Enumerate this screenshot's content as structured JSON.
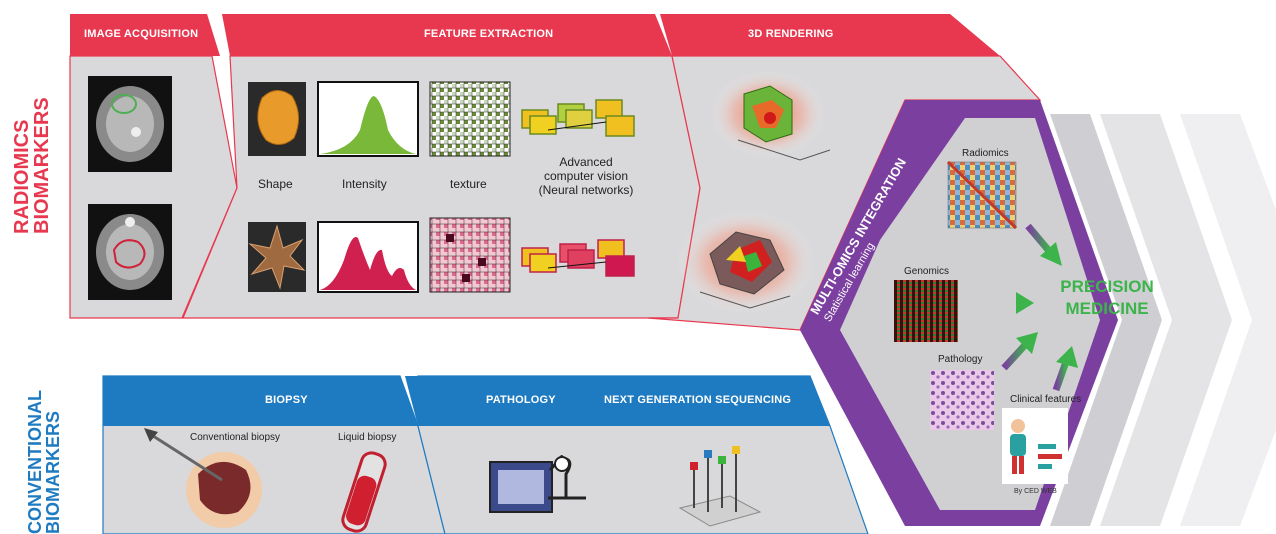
{
  "side_labels": {
    "radiomics_line1": "RADIOMICS",
    "radiomics_line2": "BIOMARKERS",
    "conventional_line1": "CONVENTIONAL",
    "conventional_line2": "BIOMARKERS"
  },
  "sections": {
    "image_acquisition": "IMAGE ACQUISITION",
    "feature_extraction": "FEATURE EXTRACTION",
    "rendering_3d": "3D RENDERING",
    "biopsy": "BIOPSY",
    "pathology": "PATHOLOGY",
    "ngs": "NEXT GENERATION SEQUENCING"
  },
  "features": {
    "shape": "Shape",
    "intensity": "Intensity",
    "texture": "texture",
    "cv_line1": "Advanced",
    "cv_line2": "computer vision",
    "cv_line3": "(Neural networks)"
  },
  "biopsy": {
    "conventional": "Conventional biopsy",
    "liquid": "Liquid biopsy"
  },
  "integration": {
    "title": "MULTI-OMICS INTEGRATION",
    "subtitle": "Statistical learning",
    "radiomics": "Radiomics",
    "genomics": "Genomics",
    "pathology": "Pathology",
    "clinical": "Clinical features",
    "result_line1": "PRECISION",
    "result_line2": "MEDICINE",
    "credit": "By CED WEB"
  },
  "colors": {
    "radiomics_red": "#e8384f",
    "conventional_blue": "#1f7bc1",
    "integration_purple": "#7b3fa0",
    "precision_green": "#3cb44b",
    "panel_gray": "#d9d9db"
  }
}
